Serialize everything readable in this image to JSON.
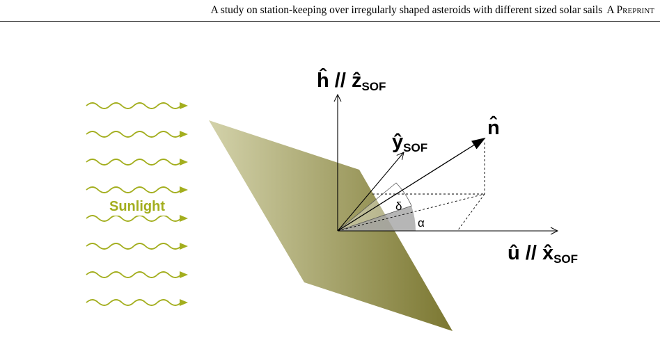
{
  "header": {
    "title": "A study on station-keeping over irregularly shaped asteroids with different sized solar sails",
    "tag": "A Preprint"
  },
  "figure": {
    "sunlight_label": "Sunlight",
    "axis_h_main": "ĥ // ẑ",
    "axis_h_sub": "SOF",
    "axis_u_main": "û // x̂",
    "axis_u_sub": "SOF",
    "axis_y_main": "ŷ",
    "axis_y_sub": "SOF",
    "normal_label": "n̂",
    "angle_delta": "δ",
    "angle_alpha": "α",
    "colors": {
      "sunlight": "#a3ae1e",
      "sail_dark": "#7e7a34",
      "sail_light": "#cfcea4",
      "angle_fill": "#a9a9a9"
    }
  }
}
